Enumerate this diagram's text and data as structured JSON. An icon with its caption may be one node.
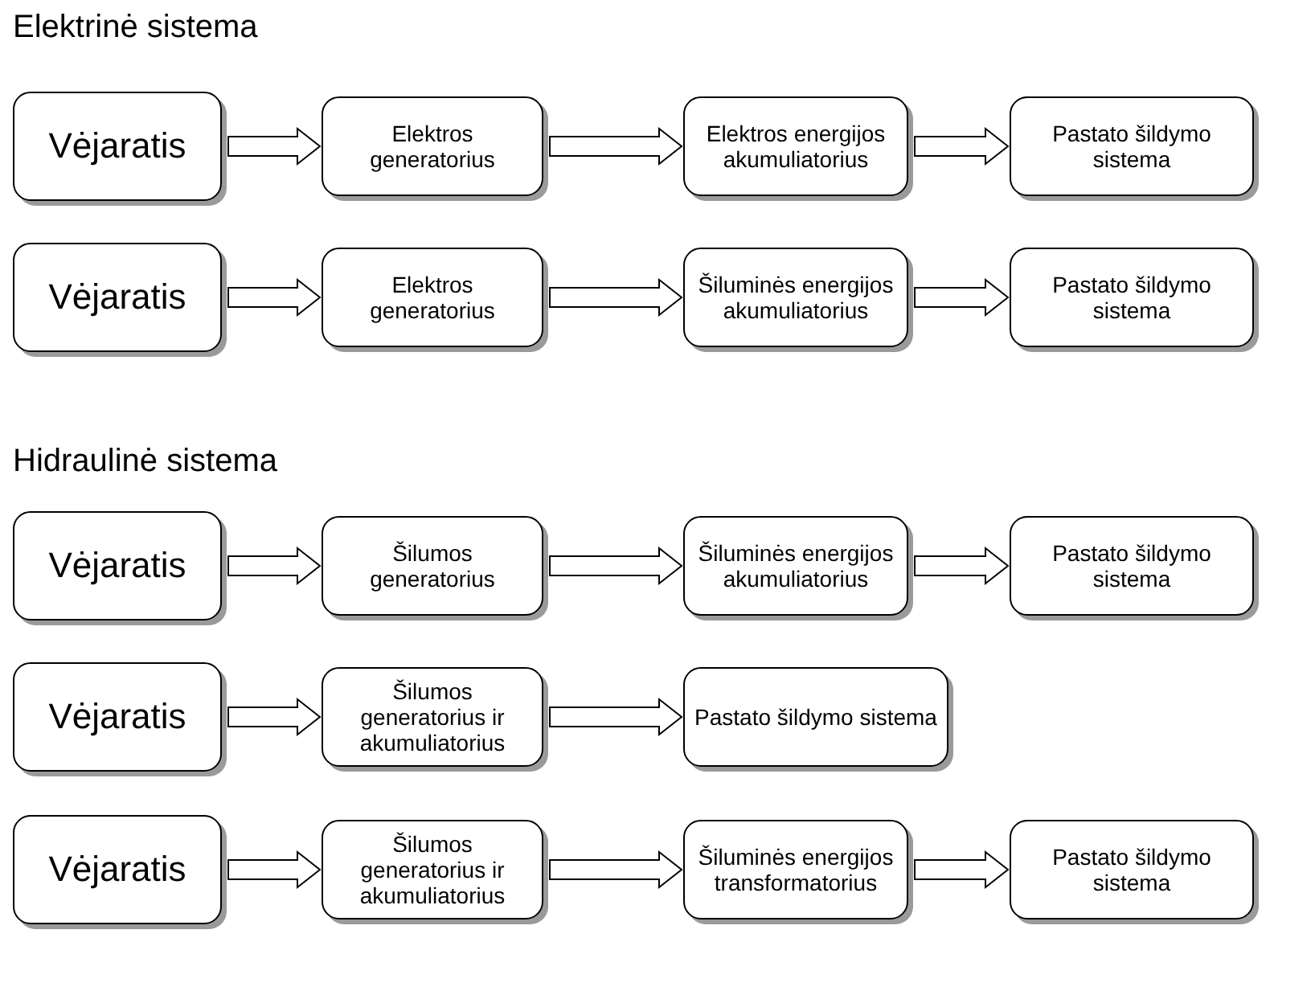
{
  "diagram": {
    "nodes": [
      {
        "text": [
          "Vėjaratis"
        ]
      },
      {
        "text": [
          "Elektros generatorius"
        ]
      },
      {
        "text": [
          "Elektros energijos akumuliatorius"
        ]
      },
      {
        "text": [
          "Pastato šildymo sistema"
        ]
      },
      {
        "text": [
          "Vėjaratis"
        ]
      },
      {
        "text": [
          "Elektros generatorius"
        ]
      },
      {
        "text": [
          "Šiluminės energijos akumuliatorius"
        ]
      },
      {
        "text": [
          "Pastato šildymo sistema"
        ]
      },
      {
        "text": [
          "Vėjaratis"
        ]
      },
      {
        "text": [
          "Šilumos generatorius"
        ]
      },
      {
        "text": [
          "Šiluminės energijos akumuliatorius"
        ]
      },
      {
        "text": [
          "Pastato šildymo sistema"
        ]
      },
      {
        "text": [
          "Vėjaratis"
        ]
      },
      {
        "text": [
          "Šilumos generatorius ir akumuliatorius"
        ]
      },
      {
        "text": [
          "Pastato šildymo sistema"
        ]
      },
      {
        "text": [
          "Vėjaratis"
        ]
      },
      {
        "text": [
          "Šilumos generatorius ir akumuliatorius"
        ]
      },
      {
        "text": [
          "Šiluminės energijos transformatorius"
        ]
      },
      {
        "text": [
          "Pastato šildymo sistema"
        ]
      }
    ],
    "edges": [
      {
        "from": 0,
        "to": 1,
        "arrow": "to"
      },
      {
        "from": 1,
        "to": 2,
        "arrow": "to"
      },
      {
        "from": 2,
        "to": 3,
        "arrow": "to"
      },
      {
        "from": 4,
        "to": 5,
        "arrow": "to"
      },
      {
        "from": 5,
        "to": 6,
        "arrow": "to"
      },
      {
        "from": 6,
        "to": 7,
        "arrow": "to"
      },
      {
        "from": 8,
        "to": 9,
        "arrow": "to"
      },
      {
        "from": 9,
        "to": 10,
        "arrow": "to"
      },
      {
        "from": 10,
        "to": 11,
        "arrow": "to"
      },
      {
        "from": 12,
        "to": 13,
        "arrow": "to"
      },
      {
        "from": 13,
        "to": 14,
        "arrow": "to"
      },
      {
        "from": 15,
        "to": 16,
        "arrow": "to"
      },
      {
        "from": 16,
        "to": 17,
        "arrow": "to"
      },
      {
        "from": 17,
        "to": 18,
        "arrow": "to"
      }
    ],
    "labels": [
      "Elektrinė sistema",
      "Hidraulinė sistema"
    ]
  }
}
